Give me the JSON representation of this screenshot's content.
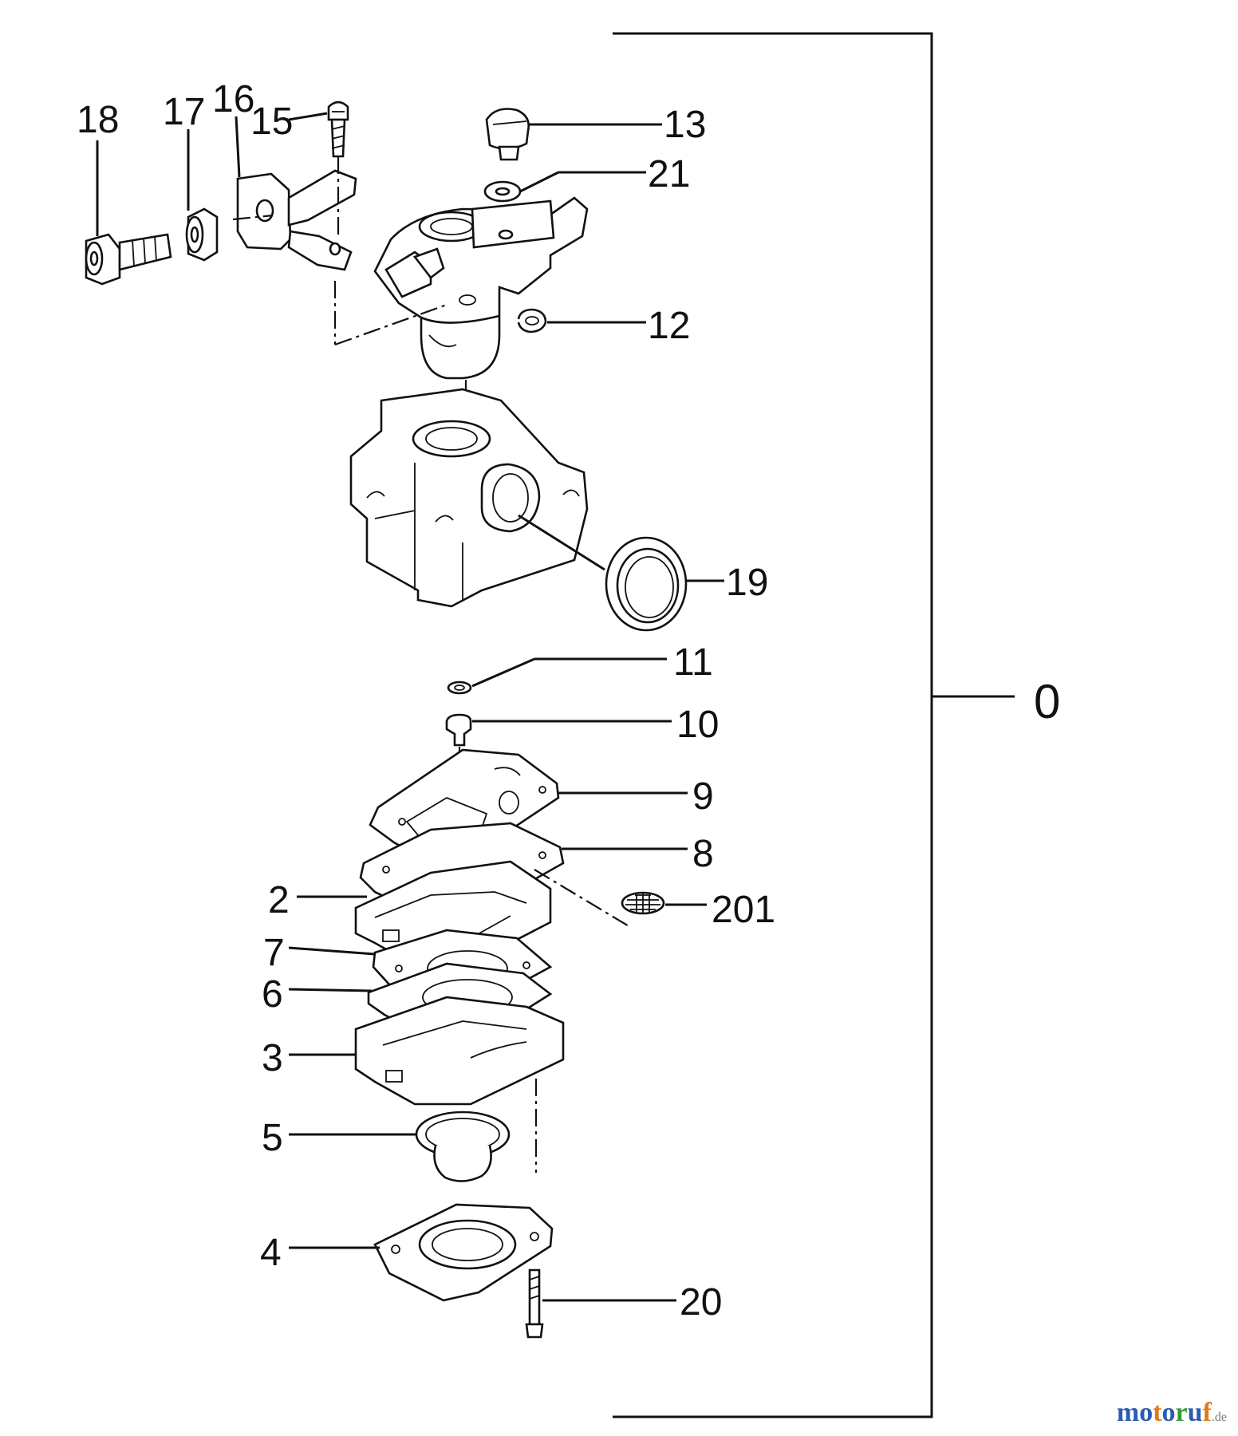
{
  "labels": {
    "l0": "0",
    "l18": "18",
    "l17": "17",
    "l16": "16",
    "l15": "15",
    "l13": "13",
    "l21": "21",
    "l12": "12",
    "l19": "19",
    "l11": "11",
    "l10": "10",
    "l9": "9",
    "l8": "8",
    "l201": "201",
    "l2": "2",
    "l7": "7",
    "l6": "6",
    "l3": "3",
    "l5": "5",
    "l4": "4",
    "l20": "20"
  },
  "watermark": {
    "text": "motoruf",
    "suffix": ".de"
  },
  "colors": {
    "ink": "#111111",
    "background": "#ffffff",
    "watermark_blue": "#2a5db0",
    "watermark_orange": "#e07b1a",
    "watermark_green": "#3a9a3a"
  }
}
